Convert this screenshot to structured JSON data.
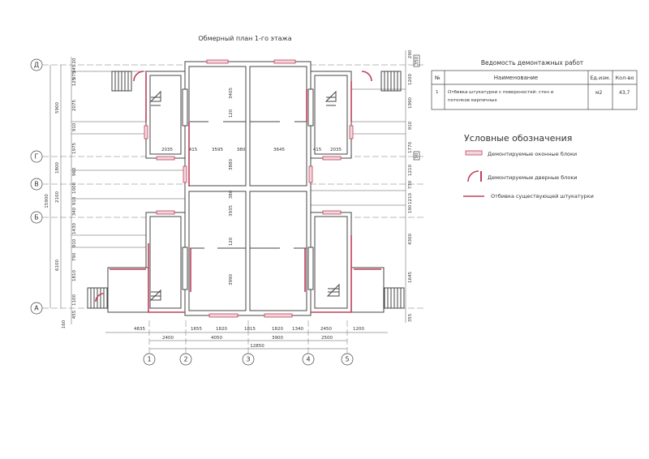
{
  "title": "Обмерный план 1-го этажа",
  "axes": {
    "rows": [
      "Д",
      "Г",
      "В",
      "Б",
      "А"
    ],
    "cols": [
      "1",
      "2",
      "3",
      "4",
      "5"
    ]
  },
  "dims": {
    "left_chain": [
      "20",
      "345",
      "975",
      "125",
      "2075",
      "910",
      "1975",
      "960",
      "1000",
      "910",
      "340",
      "1430",
      "910",
      "790",
      "1810",
      "1100",
      "455",
      "160"
    ],
    "left_mid": [
      "5900",
      "1800",
      "2100",
      "6100"
    ],
    "left_total": "15900",
    "right_chain": [
      "290",
      "350",
      "1200",
      "1990",
      "910",
      "1770",
      "90",
      "1210",
      "730",
      "1210",
      "190",
      "4300",
      "1645",
      "355"
    ],
    "bottom_row1": [
      "4835",
      "1655",
      "1820",
      "1815",
      "1820",
      "1340",
      "2450",
      "1200"
    ],
    "bottom_row2": [
      "2400",
      "4050",
      "3900",
      "2500"
    ],
    "bottom_total": "12850",
    "interior": [
      "3405",
      "120",
      "2035",
      "415",
      "3595",
      "380",
      "3645",
      "415",
      "2035",
      "3880",
      "380",
      "3935",
      "120",
      "3990"
    ]
  },
  "table": {
    "title": "Ведомость демонтажных работ",
    "headers": [
      "№",
      "Наименование",
      "Ед.изм.",
      "Кол-во"
    ],
    "rows": [
      {
        "num": "1",
        "name_line1": "Отбивка штукатурки с поверхностей: стен и",
        "name_line2": "потолков кирпичных",
        "unit": "м2",
        "qty": "43,7"
      }
    ]
  },
  "legend": {
    "title": "Условные обозначения",
    "items": [
      "Демонтируемые оконные блоки",
      "Демонтируемые дверные блоки",
      "Отбивка существующей штукатурки"
    ]
  },
  "colors": {
    "demolition": "#c0405a",
    "lines": "#444444"
  }
}
